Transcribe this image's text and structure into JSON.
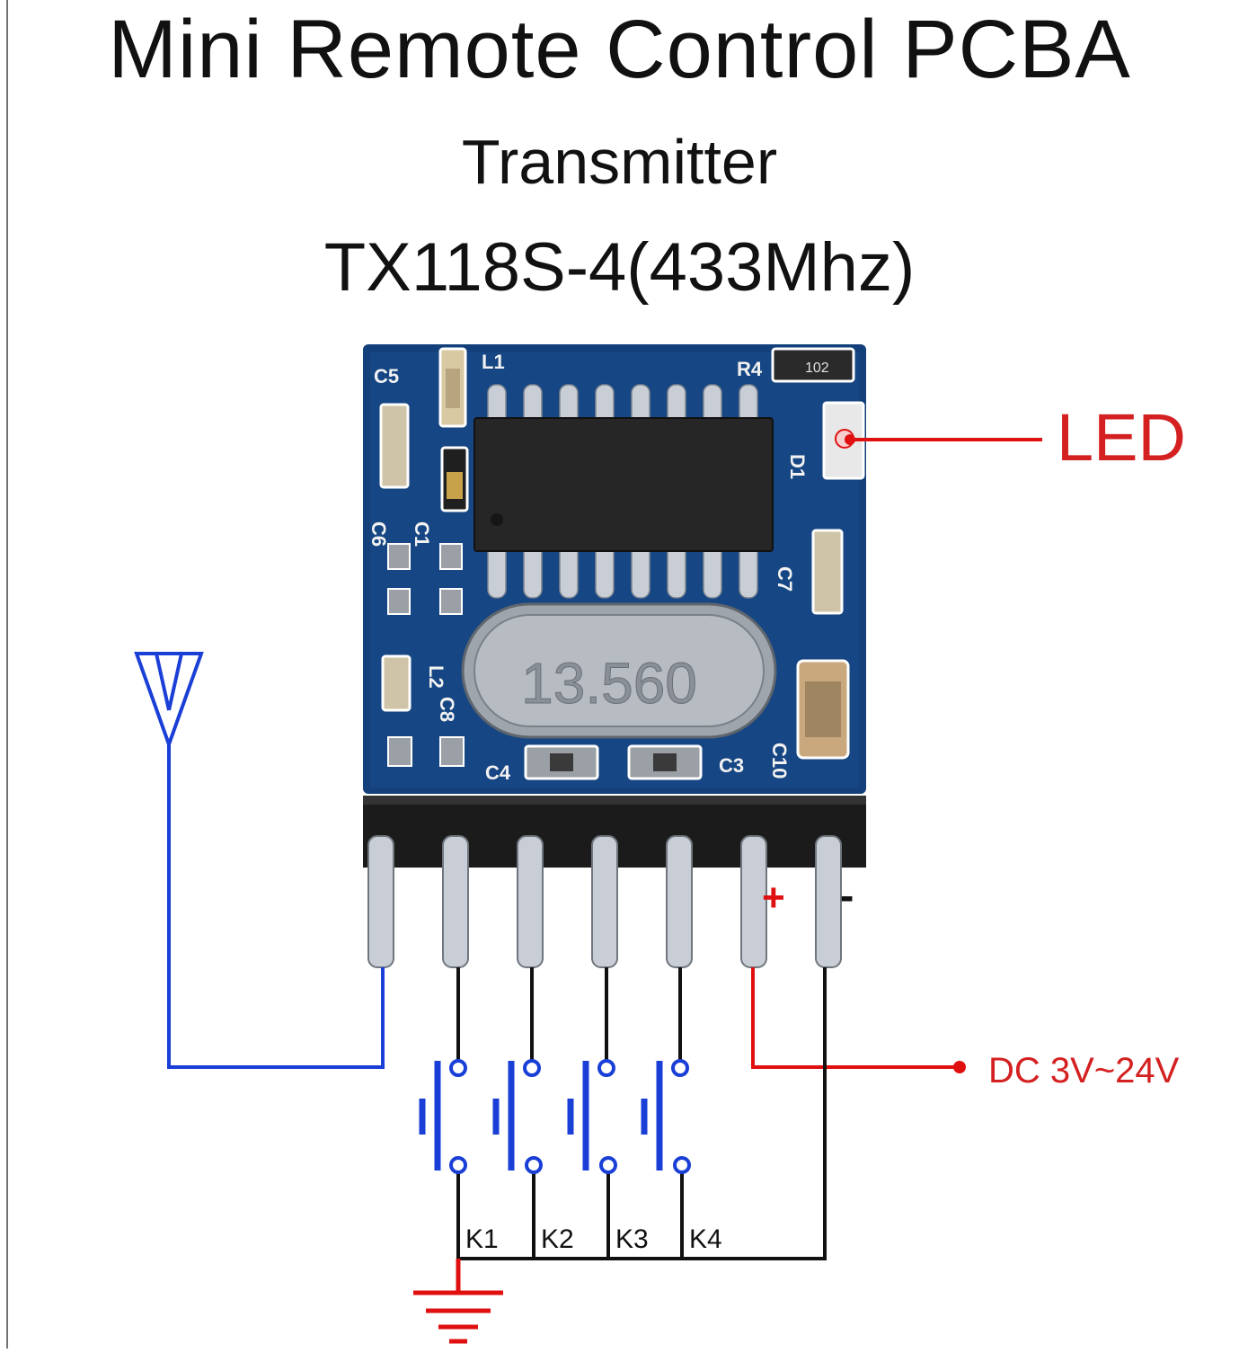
{
  "header": {
    "title": "Mini Remote Control PCBA",
    "subtitle": "Transmitter",
    "model": "TX118S-4(433Mhz)"
  },
  "callouts": {
    "led": "LED",
    "power": "DC 3V~24V",
    "plus": "+",
    "minus": "-"
  },
  "board": {
    "crystal": "13.560",
    "silkscreen": [
      "C5",
      "L1",
      "R4",
      "D1",
      "C6",
      "C1",
      "C7",
      "L2",
      "C8",
      "C4",
      "C3",
      "C10"
    ],
    "resistor_code": "102"
  },
  "keys": [
    "K1",
    "K2",
    "K3",
    "K4"
  ],
  "colors": {
    "antenna_wire": "#1a3fd6",
    "power_wire": "#e01010",
    "ground_wire": "#111111",
    "pcb": "#13407a",
    "label_red": "#d42020",
    "button_blue": "#1a3fd6"
  }
}
